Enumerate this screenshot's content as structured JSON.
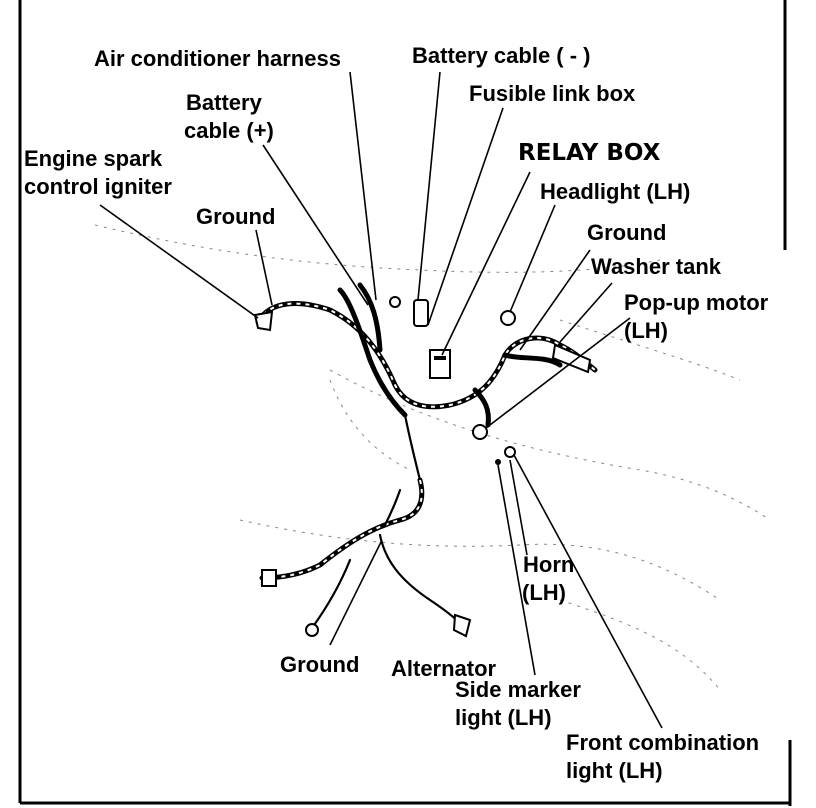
{
  "diagram": {
    "labels": {
      "air_conditioner_harness": "Air conditioner harness",
      "battery_cable_neg": "Battery cable ( - )",
      "fusible_link_box": "Fusible link box",
      "relay_box": "RELAY BOX",
      "battery_cable_pos_1": "Battery",
      "battery_cable_pos_2": "cable (+)",
      "engine_spark_1": "Engine spark",
      "engine_spark_2": "control igniter",
      "ground_upper": "Ground",
      "headlight_lh": "Headlight (LH)",
      "ground_right": "Ground",
      "washer_tank": "Washer tank",
      "popup_motor_1": "Pop-up motor",
      "popup_motor_2": "(LH)",
      "horn_1": "Horn",
      "horn_2": "(LH)",
      "ground_lower": "Ground",
      "alternator": "Alternator",
      "side_marker_1": "Side marker",
      "side_marker_2": "light (LH)",
      "front_combination_1": "Front combination",
      "front_combination_2": "light (LH)"
    }
  }
}
